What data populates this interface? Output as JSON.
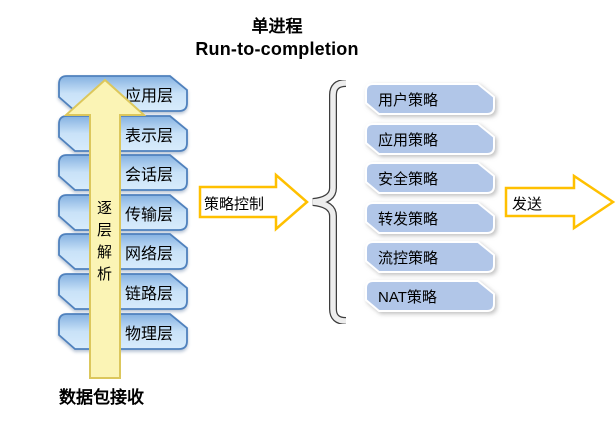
{
  "title": {
    "line1": "单进程",
    "line2": "Run-to-completion"
  },
  "stack": {
    "layers": [
      "应用层",
      "表示层",
      "会话层",
      "传输层",
      "网络层",
      "链路层",
      "物理层"
    ],
    "up_arrow_label": "逐层解析",
    "receive_label": "数据包接收"
  },
  "policy_arrow": {
    "label": "策略控制"
  },
  "policies": [
    "用户策略",
    "应用策略",
    "安全策略",
    "转发策略",
    "流控策略",
    "NAT策略"
  ],
  "send_arrow": {
    "label": "发送"
  },
  "colors": {
    "layer_box_border": "#4F81BD",
    "layer_box_fill_top": "#84B1E1",
    "layer_box_fill_mid": "#C9E2F8",
    "layer_box_fill_bottom": "#D8ECFC",
    "policy_box_fill": "#B1C6E8",
    "policy_box_border": "#FFFFFF",
    "up_arrow_fill": "#FBF4B5",
    "up_arrow_border": "#DCC75C",
    "flow_arrow_fill": "#FFFFFF",
    "flow_arrow_border": "#FFC000",
    "brace_fill": "#EDEDED",
    "brace_outline": "#3D3D3D",
    "text_color": "#000000"
  }
}
